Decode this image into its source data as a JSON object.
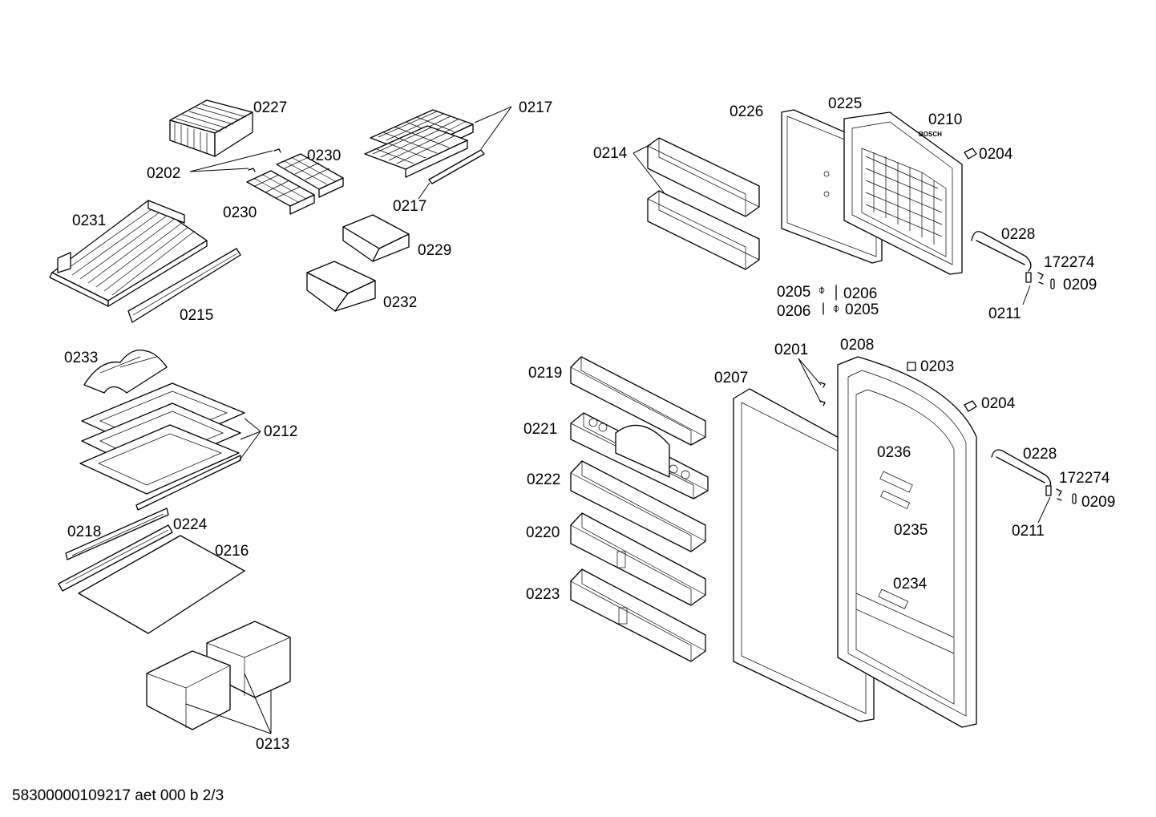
{
  "diagram": {
    "footer": "58300000109217 aet 000 b 2/3",
    "brand_label": "BOSCH",
    "labels": {
      "p0227": "0227",
      "p0217a": "0217",
      "p0217b": "0217",
      "p0202": "0202",
      "p0230a": "0230",
      "p0230b": "0230",
      "p0231": "0231",
      "p0229": "0229",
      "p0215": "0215",
      "p0232": "0232",
      "p0233": "0233",
      "p0212": "0212",
      "p0218": "0218",
      "p0224": "0224",
      "p0216": "0216",
      "p0213": "0213",
      "p0226": "0226",
      "p0225": "0225",
      "p0210": "0210",
      "p0214": "0214",
      "p0204a": "0204",
      "p0228a": "0228",
      "p172274a": "172274",
      "p0209a": "0209",
      "p0211a": "0211",
      "p0205a": "0205",
      "p0206a": "0206",
      "p0206b": "0206",
      "p0205b": "0205",
      "p0201": "0201",
      "p0208": "0208",
      "p0203": "0203",
      "p0219": "0219",
      "p0207": "0207",
      "p0204b": "0204",
      "p0221": "0221",
      "p0236": "0236",
      "p0228b": "0228",
      "p172274b": "172274",
      "p0222": "0222",
      "p0209b": "0209",
      "p0211b": "0211",
      "p0235": "0235",
      "p0220": "0220",
      "p0234": "0234",
      "p0223": "0223"
    }
  }
}
